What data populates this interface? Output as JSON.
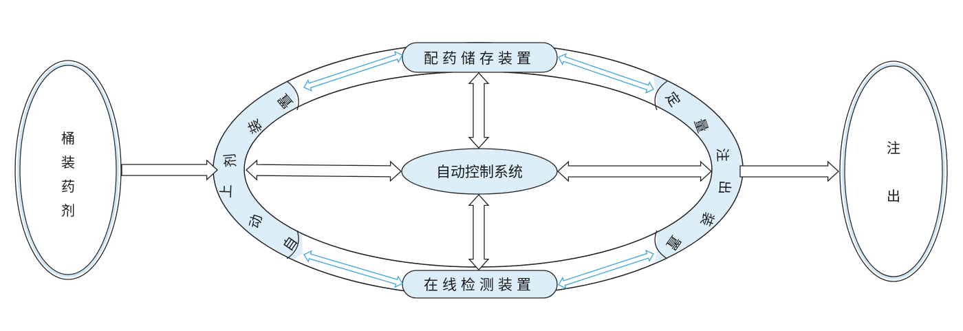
{
  "diagram": {
    "input_node": {
      "label": "桶装药剂",
      "chars": [
        "桶",
        "装",
        "药",
        "剂"
      ]
    },
    "output_node": {
      "label": "注出",
      "chars": [
        "注",
        "出"
      ]
    },
    "control_node": {
      "label": "自动控制系统"
    },
    "top_device": {
      "label": "配药储存装置",
      "chars": [
        "配",
        "药",
        "储",
        "存",
        "装",
        "置"
      ]
    },
    "bottom_device": {
      "label": "在线检测装置",
      "chars": [
        "在",
        "线",
        "检",
        "测",
        "装",
        "置"
      ]
    },
    "left_device": {
      "label": "自动上剂装置",
      "chars": [
        "自",
        "动",
        "上",
        "剂",
        "装",
        "置"
      ]
    },
    "right_device": {
      "label": "定量注出装置",
      "chars": [
        "定",
        "量",
        "注",
        "出",
        "装",
        "置"
      ]
    },
    "colors": {
      "fill": "#dceef9",
      "stroke": "#222222",
      "ring_link": "#3aa3e0",
      "outer_ring": "#7a9fb5"
    },
    "edges": [
      {
        "from": "input_node",
        "to": "left_device",
        "type": "one-way"
      },
      {
        "from": "right_device",
        "to": "output_node",
        "type": "one-way"
      },
      {
        "from": "control_node",
        "to": "top_device",
        "type": "two-way"
      },
      {
        "from": "control_node",
        "to": "bottom_device",
        "type": "two-way"
      },
      {
        "from": "control_node",
        "to": "left_device",
        "type": "two-way"
      },
      {
        "from": "control_node",
        "to": "right_device",
        "type": "two-way"
      },
      {
        "from": "left_device",
        "to": "top_device",
        "type": "two-way-ring"
      },
      {
        "from": "top_device",
        "to": "right_device",
        "type": "two-way-ring"
      },
      {
        "from": "right_device",
        "to": "bottom_device",
        "type": "two-way-ring"
      },
      {
        "from": "bottom_device",
        "to": "left_device",
        "type": "two-way-ring"
      }
    ]
  }
}
